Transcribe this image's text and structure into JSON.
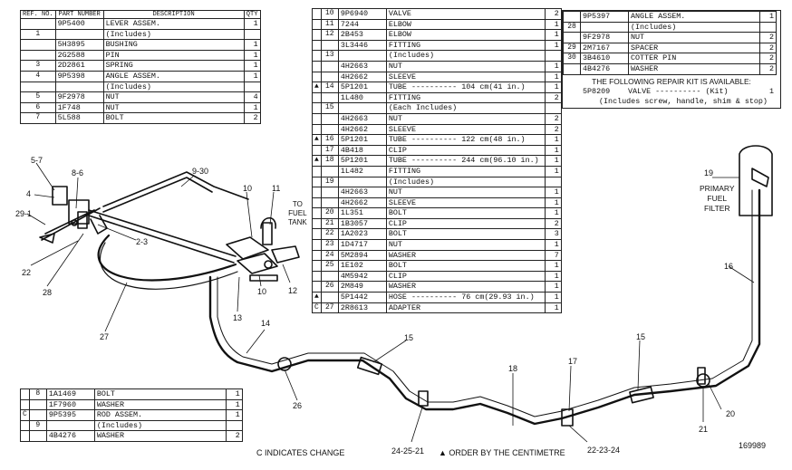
{
  "top_left_table": {
    "headers": [
      "REF. NO.",
      "PART NUMBER",
      "DESCRIPTION",
      "QTY"
    ],
    "rows": [
      {
        "ref": "",
        "part": "9P5400",
        "desc": "LEVER ASSEM.",
        "qty": "1"
      },
      {
        "ref": "1",
        "part": "",
        "desc": "(Includes)",
        "qty": ""
      },
      {
        "ref": "",
        "part": "5H3895",
        "desc": "BUSHING",
        "qty": "1"
      },
      {
        "ref": "",
        "part": "2G2588",
        "desc": "PIN",
        "qty": "1"
      },
      {
        "ref": "3",
        "part": "2D2861",
        "desc": "SPRING",
        "qty": "1"
      },
      {
        "ref": "4",
        "part": "9P5398",
        "desc": "ANGLE ASSEM.",
        "qty": "1"
      },
      {
        "ref": "",
        "part": "",
        "desc": "(Includes)",
        "qty": ""
      },
      {
        "ref": "5",
        "part": "9F2978",
        "desc": "NUT",
        "qty": "4"
      },
      {
        "ref": "6",
        "part": "1F748",
        "desc": "NUT",
        "qty": "1"
      },
      {
        "ref": "7",
        "part": "5L588",
        "desc": "BOLT",
        "qty": "2"
      }
    ]
  },
  "middle_table": {
    "rows": [
      {
        "mark": "",
        "ref": "10",
        "part": "9P6940",
        "desc": "VALVE",
        "qty": "2"
      },
      {
        "mark": "",
        "ref": "11",
        "part": "7244",
        "desc": "ELBOW",
        "qty": "1"
      },
      {
        "mark": "",
        "ref": "12",
        "part": "2B453",
        "desc": "ELBOW",
        "qty": "1"
      },
      {
        "mark": "",
        "ref": "",
        "part": "3L3446",
        "desc": "FITTING",
        "qty": "1"
      },
      {
        "mark": "",
        "ref": "13",
        "part": "",
        "desc": "(Includes)",
        "qty": ""
      },
      {
        "mark": "",
        "ref": "",
        "part": "4H2663",
        "desc": "NUT",
        "qty": "1"
      },
      {
        "mark": "",
        "ref": "",
        "part": "4H2662",
        "desc": "SLEEVE",
        "qty": "1"
      },
      {
        "mark": "▲",
        "ref": "14",
        "part": "5P1201",
        "desc": "TUBE ---------- 104 cm(41 in.)",
        "qty": "1"
      },
      {
        "mark": "",
        "ref": "",
        "part": "1L480",
        "desc": "FITTING",
        "qty": "2"
      },
      {
        "mark": "",
        "ref": "15",
        "part": "",
        "desc": "(Each Includes)",
        "qty": ""
      },
      {
        "mark": "",
        "ref": "",
        "part": "4H2663",
        "desc": "NUT",
        "qty": "2"
      },
      {
        "mark": "",
        "ref": "",
        "part": "4H2662",
        "desc": "SLEEVE",
        "qty": "2"
      },
      {
        "mark": "▲",
        "ref": "16",
        "part": "5P1201",
        "desc": "TUBE ---------- 122 cm(48 in.)",
        "qty": "1"
      },
      {
        "mark": "",
        "ref": "17",
        "part": "4B418",
        "desc": "CLIP",
        "qty": "1"
      },
      {
        "mark": "▲",
        "ref": "18",
        "part": "5P1201",
        "desc": "TUBE ---------- 244 cm(96.10 in.)",
        "qty": "1"
      },
      {
        "mark": "",
        "ref": "",
        "part": "1L482",
        "desc": "FITTING",
        "qty": "1"
      },
      {
        "mark": "",
        "ref": "19",
        "part": "",
        "desc": "(Includes)",
        "qty": ""
      },
      {
        "mark": "",
        "ref": "",
        "part": "4H2663",
        "desc": "NUT",
        "qty": "1"
      },
      {
        "mark": "",
        "ref": "",
        "part": "4H2662",
        "desc": "SLEEVE",
        "qty": "1"
      },
      {
        "mark": "",
        "ref": "20",
        "part": "1L351",
        "desc": "BOLT",
        "qty": "1"
      },
      {
        "mark": "",
        "ref": "21",
        "part": "1B3057",
        "desc": "CLIP",
        "qty": "2"
      },
      {
        "mark": "",
        "ref": "22",
        "part": "1A2023",
        "desc": "BOLT",
        "qty": "3"
      },
      {
        "mark": "",
        "ref": "23",
        "part": "1D4717",
        "desc": "NUT",
        "qty": "1"
      },
      {
        "mark": "",
        "ref": "24",
        "part": "5M2894",
        "desc": "WASHER",
        "qty": "7"
      },
      {
        "mark": "",
        "ref": "25",
        "part": "1E102",
        "desc": "BOLT",
        "qty": "1"
      },
      {
        "mark": "",
        "ref": "",
        "part": "4M5942",
        "desc": "CLIP",
        "qty": "1"
      },
      {
        "mark": "",
        "ref": "26",
        "part": "2M849",
        "desc": "WASHER",
        "qty": "1"
      },
      {
        "mark": "▲",
        "ref": "",
        "part": "5P1442",
        "desc": "HOSE ---------- 76 cm(29.93 in.)",
        "qty": "1"
      },
      {
        "mark": "C",
        "ref": "27",
        "part": "2R8613",
        "desc": "ADAPTER",
        "qty": "1"
      }
    ]
  },
  "top_right_table": {
    "rows": [
      {
        "ref": "",
        "part": "9P5397",
        "desc": "ANGLE ASSEM.",
        "qty": "1"
      },
      {
        "ref": "28",
        "part": "",
        "desc": "(Includes)",
        "qty": ""
      },
      {
        "ref": "",
        "part": "9F2978",
        "desc": "NUT",
        "qty": "2"
      },
      {
        "ref": "29",
        "part": "2M7167",
        "desc": "SPACER",
        "qty": "2"
      },
      {
        "ref": "30",
        "part": "3B4610",
        "desc": "COTTER PIN",
        "qty": "2"
      },
      {
        "ref": "",
        "part": "4B4276",
        "desc": "WASHER",
        "qty": "2"
      }
    ],
    "repair_kit_note": "THE FOLLOWING REPAIR KIT IS AVAILABLE:",
    "kit_row": {
      "part": "5P8209",
      "desc": "VALVE ---------- (Kit)",
      "qty": "1",
      "desc2": "(Includes screw, handle, shim & stop)"
    }
  },
  "bottom_left_table": {
    "rows": [
      {
        "mark": "",
        "ref": "8",
        "part": "1A1469",
        "desc": "BOLT",
        "qty": "1"
      },
      {
        "mark": "",
        "ref": "",
        "part": "1F7960",
        "desc": "WASHER",
        "qty": "1"
      },
      {
        "mark": "C",
        "ref": "",
        "part": "9P5395",
        "desc": "ROD ASSEM.",
        "qty": "1"
      },
      {
        "mark": "",
        "ref": "9",
        "part": "",
        "desc": "(Includes)",
        "qty": ""
      },
      {
        "mark": "",
        "ref": "",
        "part": "4B4276",
        "desc": "WASHER",
        "qty": "2"
      }
    ]
  },
  "callouts": {
    "c5_7": "5-7",
    "c8_6": "8-6",
    "c9_30": "9-30",
    "c4": "4",
    "c29_1": "29-1",
    "c2_3": "2-3",
    "c22": "22",
    "c28": "28",
    "c27": "27",
    "c10a": "10",
    "c11": "11",
    "c10b": "10",
    "c12": "12",
    "c13": "13",
    "c14": "14",
    "c15a": "15",
    "c26": "26",
    "c18": "18",
    "c17": "17",
    "c15b": "15",
    "c16": "16",
    "c19": "19",
    "c20": "20",
    "c21": "21",
    "c24_25_21": "24-25-21",
    "c22_23_24": "22-23-24"
  },
  "labels": {
    "to_fuel_tank": [
      "TO",
      "FUEL",
      "TANK"
    ],
    "primary_fuel_filter": [
      "PRIMARY",
      "FUEL",
      "FILTER"
    ],
    "change_note": "C INDICATES CHANGE",
    "order_note": "▲ ORDER BY THE CENTIMETRE",
    "figure_number": "169989"
  }
}
